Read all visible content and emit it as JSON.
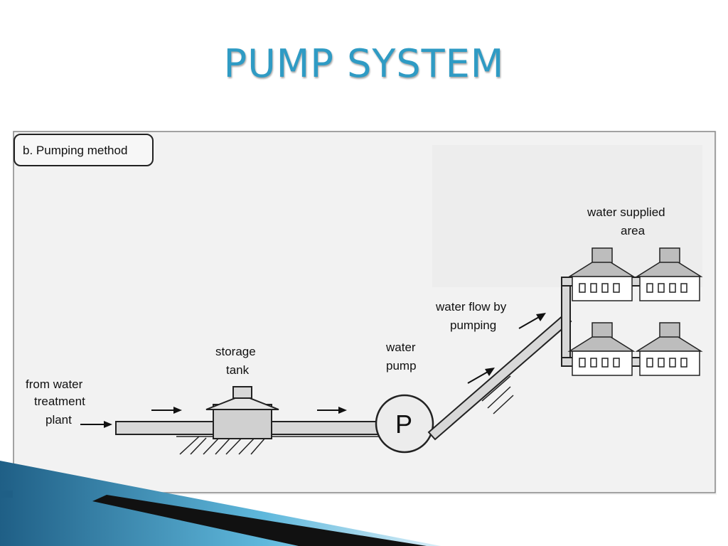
{
  "slide": {
    "title": "PUMP SYSTEM"
  },
  "diagram": {
    "panel_label": "b. Pumping method",
    "labels": {
      "source": [
        "from water",
        "treatment",
        "plant"
      ],
      "storage_tank": [
        "storage",
        "tank"
      ],
      "water_pump": [
        "water",
        "pump"
      ],
      "pump_symbol": "P",
      "flow": [
        "water flow by",
        "pumping"
      ],
      "supplied_area": [
        "water supplied",
        "area"
      ]
    }
  },
  "colors": {
    "title": "#2f9bc4",
    "band_dark": "#1f5f86",
    "band_light": "#5fb8dc",
    "frame_bg": "#f2f2f2"
  }
}
